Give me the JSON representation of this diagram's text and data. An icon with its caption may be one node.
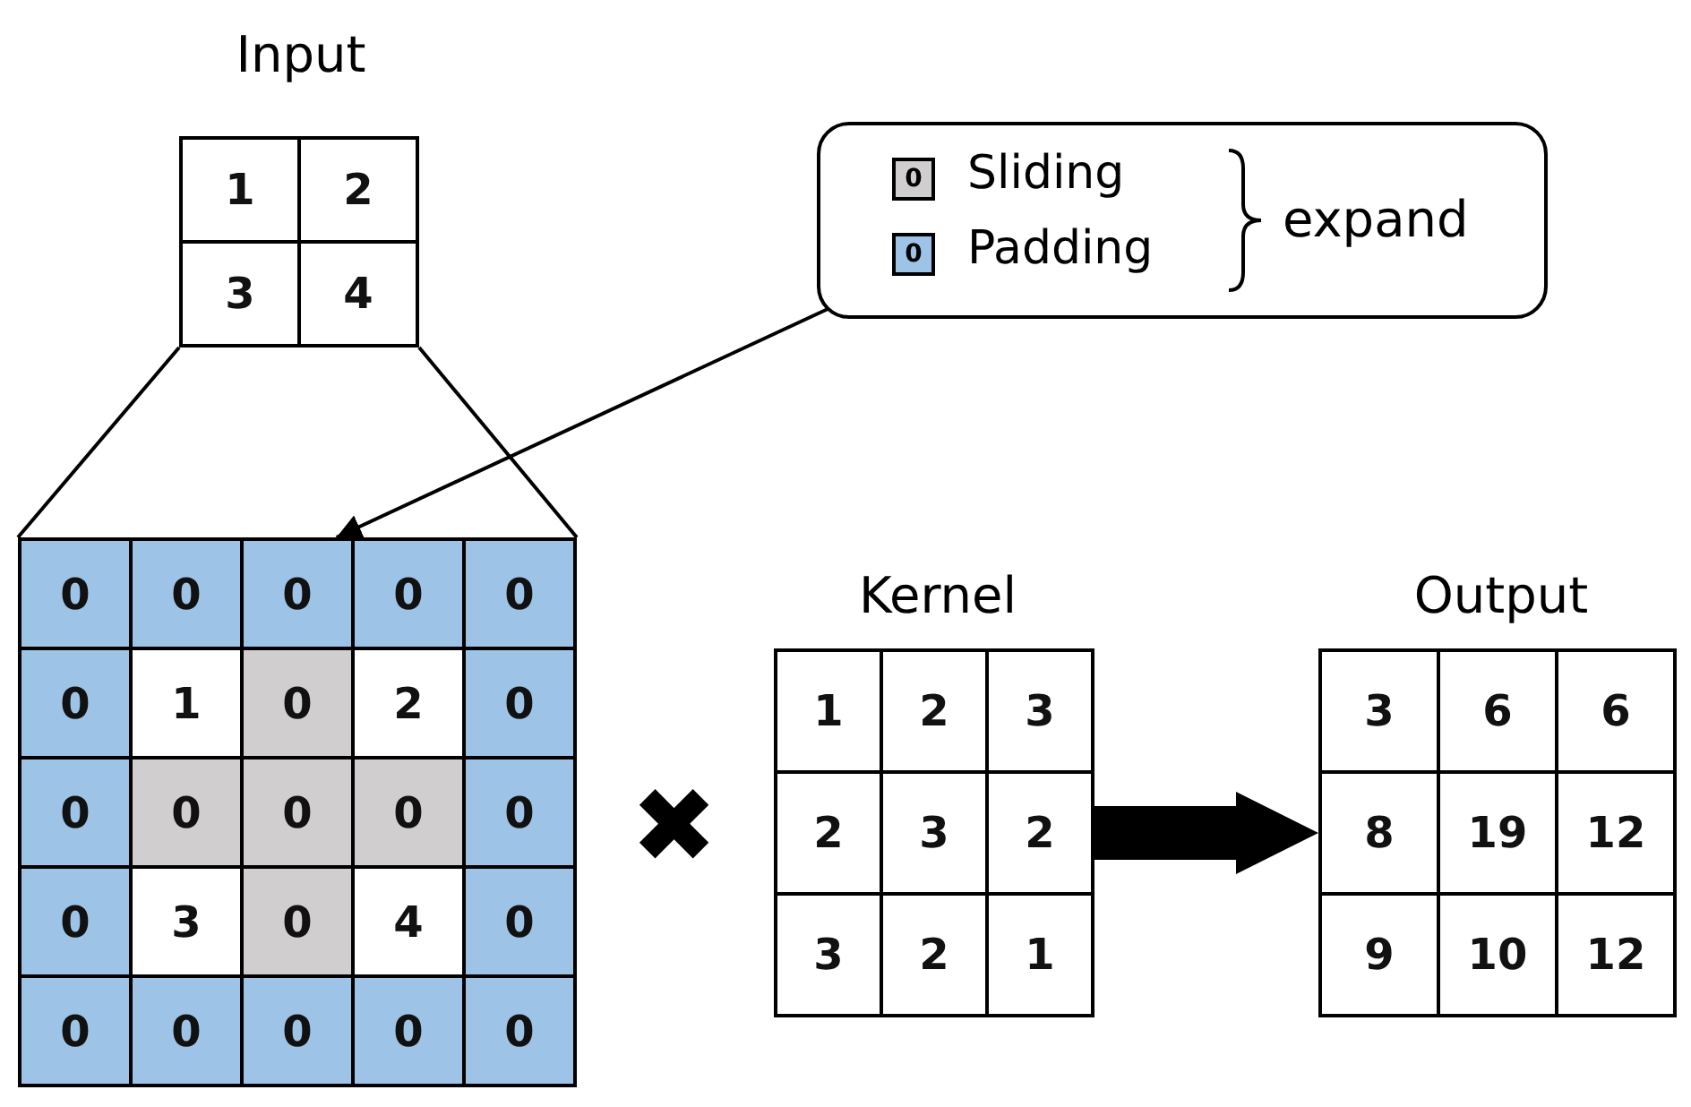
{
  "diagram": {
    "nodes": [
      {
        "text": [
          "Input",
          "1",
          "2",
          "3",
          "4"
        ]
      },
      {
        "text": [
          "expand"
        ]
      },
      {
        "text": [
          "0",
          "0",
          "0",
          "0",
          "0",
          "0",
          "1",
          "0",
          "2",
          "0",
          "0",
          "0",
          "0",
          "0",
          "0",
          "0",
          "3",
          "0",
          "4",
          "0",
          "0",
          "0",
          "0",
          "0",
          "0"
        ]
      },
      {
        "text": [
          "Kernel",
          "1",
          "2",
          "3",
          "2",
          "3",
          "2",
          "3",
          "2",
          "1"
        ]
      },
      {
        "text": [
          "Output",
          "3",
          "6",
          "6",
          "8",
          "19",
          "12",
          "9",
          "10",
          "12"
        ]
      }
    ],
    "edges": [
      {
        "from": 1,
        "to": 2,
        "arrow": "to"
      },
      {
        "from": 0,
        "to": 2,
        "arrow": "none"
      },
      {
        "from": 0,
        "to": 2,
        "arrow": "none"
      },
      {
        "from": 3,
        "to": 4,
        "arrow": "to",
        "style": "thick"
      }
    ],
    "labels": [
      "0",
      "0",
      "✖"
    ],
    "legend": [
      {
        "text": "Sliding",
        "color": "#d0cece"
      },
      {
        "text": "Padding",
        "color": "#9dc3e6"
      }
    ]
  }
}
